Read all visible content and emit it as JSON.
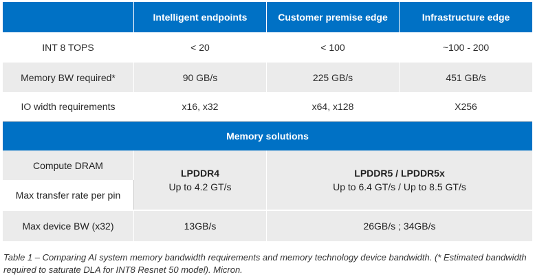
{
  "table": {
    "columns": [
      "",
      "Intelligent endpoints",
      "Customer premise edge",
      "Infrastructure edge"
    ],
    "rows": [
      {
        "label": "INT 8 TOPS",
        "values": [
          "< 20",
          "< 100",
          "~100 - 200"
        ]
      },
      {
        "label": "Memory BW required*",
        "values": [
          "90 GB/s",
          "225 GB/s",
          "451 GB/s"
        ]
      },
      {
        "label": "IO width requirements",
        "values": [
          "x16, x32",
          "x64, x128",
          "X256"
        ]
      }
    ],
    "section_title": "Memory solutions",
    "memory": {
      "label_dram": "Compute DRAM",
      "label_rate": "Max transfer rate per pin",
      "lpddr4_name": "LPDDR4",
      "lpddr4_rate": "Up to 4.2 GT/s",
      "lpddr5_name": "LPDDR5 / LPDDR5x",
      "lpddr5_rate": "Up to 6.4 GT/s / Up to 8.5 GT/s"
    },
    "last_row": {
      "label": "Max device BW (x32)",
      "lpddr4": "13GB/s",
      "lpddr5": "26GB/s ; 34GB/s"
    }
  },
  "caption": "Table 1 – Comparing AI system memory bandwidth requirements and memory technology device bandwidth. (* Estimated bandwidth required to saturate DLA for INT8 Resnet 50 model). Micron.",
  "colors": {
    "header_blue": "#0071c5",
    "row_gray": "#ebebeb"
  }
}
